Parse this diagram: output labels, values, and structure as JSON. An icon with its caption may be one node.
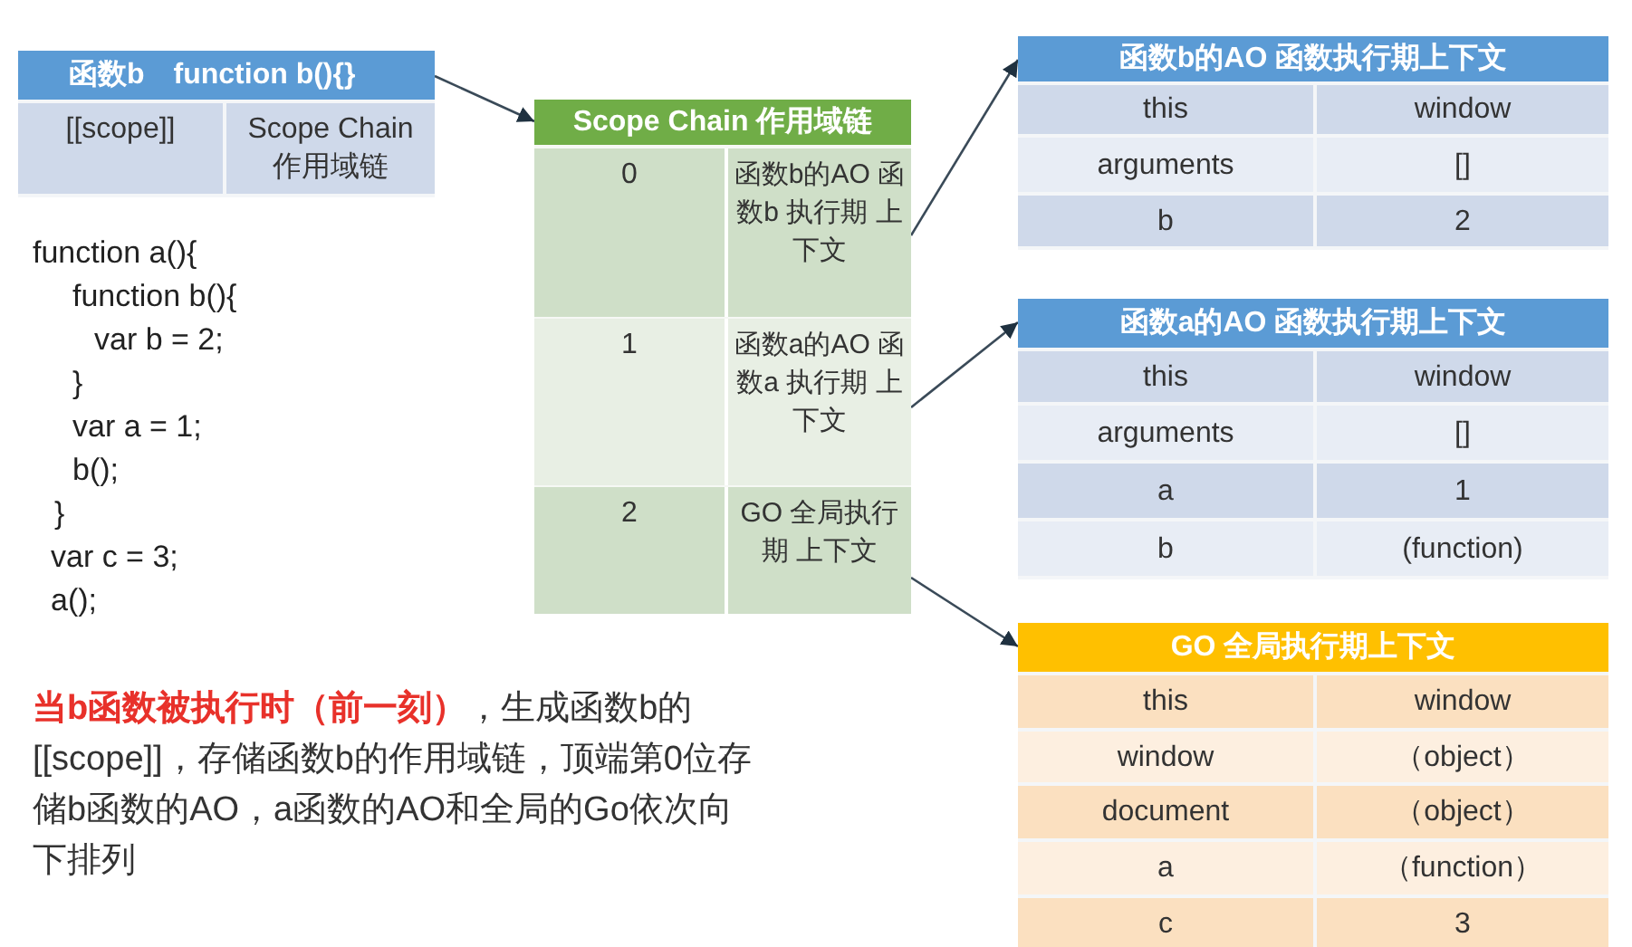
{
  "diagram": {
    "nodes": [
      {
        "text": [
          "函数b　function b(){}",
          "[[scope]]",
          "Scope Chain 作用域链"
        ]
      },
      {
        "text": [
          "Scope Chain 作用域链"
        ]
      },
      {
        "text": [
          "0",
          "函数b的AO 函数b 执行期 上下文"
        ],
        "in": 1
      },
      {
        "text": [
          "1",
          "函数a的AO 函数a 执行期 上下文"
        ],
        "in": 1
      },
      {
        "text": [
          "2",
          "GO 全局执行期 上下文"
        ],
        "in": 1
      },
      {
        "text": [
          "函数b的AO 函数执行期上下文",
          "this",
          "window",
          "arguments",
          "[]",
          "b",
          "2"
        ]
      },
      {
        "text": [
          "函数a的AO 函数执行期上下文",
          "this",
          "window",
          "arguments",
          "[]",
          "a",
          "1",
          "b",
          "(function)"
        ]
      },
      {
        "text": [
          "GO 全局执行期上下文",
          "this",
          "window",
          "window",
          "（object）",
          "document",
          "（object）",
          "a",
          "（function）",
          "c",
          "3"
        ]
      }
    ],
    "edges": [
      {
        "from": 0,
        "to": 1,
        "arrow": "to"
      },
      {
        "from": 2,
        "to": 5,
        "arrow": "to"
      },
      {
        "from": 3,
        "to": 6,
        "arrow": "to"
      },
      {
        "from": 4,
        "to": 7,
        "arrow": "to"
      }
    ],
    "labels": [
      "function a(){",
      "function b(){",
      "var b = 2;",
      "}",
      "var a = 1;",
      "b();",
      "}",
      "var c = 3;",
      "a();",
      "**当b函数被执行时（前一刻）**，生成函数b的[[scope]]，存储函数b的作用域链，顶端第0位存储b函数的AO，a函数的AO和全局的Go依次向下排列"
    ]
  }
}
